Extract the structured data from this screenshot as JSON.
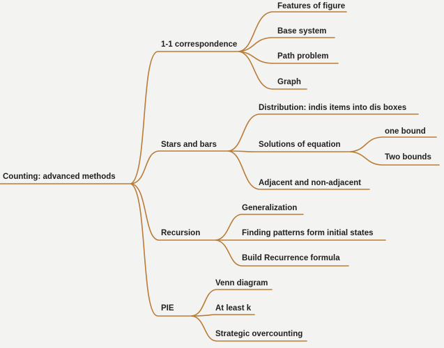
{
  "colors": {
    "line": "#b97b37",
    "text": "#1f1f1f",
    "background": "#f3f3f1"
  },
  "mindmap": {
    "root": "Counting: advanced methods",
    "branches": [
      {
        "label": "1-1 correspondence",
        "children": [
          "Features of figure",
          "Base system",
          "Path problem",
          "Graph"
        ]
      },
      {
        "label": "Stars and bars",
        "children": [
          "Distribution: indis items into dis boxes",
          "Solutions of equation",
          "Adjacent and non-adjacent"
        ],
        "grandchildren": [
          "one bound",
          "Two bounds"
        ]
      },
      {
        "label": "Recursion",
        "children": [
          "Generalization",
          "Finding patterns form initial states",
          "Build Recurrence formula"
        ]
      },
      {
        "label": "PIE",
        "children": [
          "Venn diagram",
          "At least k",
          "Strategic overcounting"
        ]
      }
    ]
  }
}
